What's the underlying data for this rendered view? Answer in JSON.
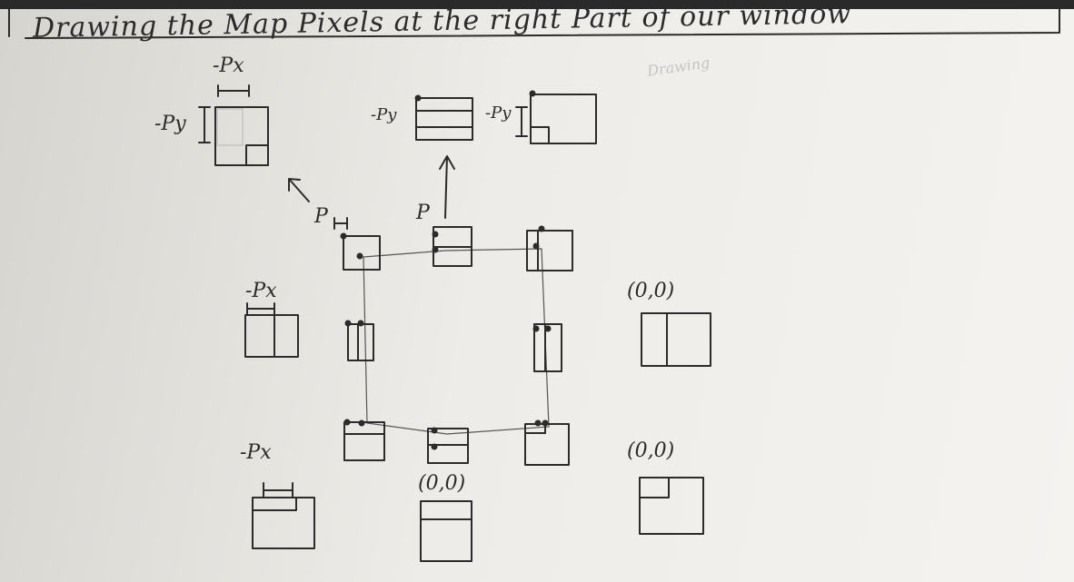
{
  "title": "Drawing the Map Pixels at the right Part of our window",
  "faint_word": "Drawing",
  "labels": {
    "neg_px": "-Px",
    "neg_py": "-Py",
    "p": "P",
    "origin": "(0,0)"
  },
  "colors": {
    "ink": "#2b2b2b",
    "paper": "#eeece8"
  }
}
